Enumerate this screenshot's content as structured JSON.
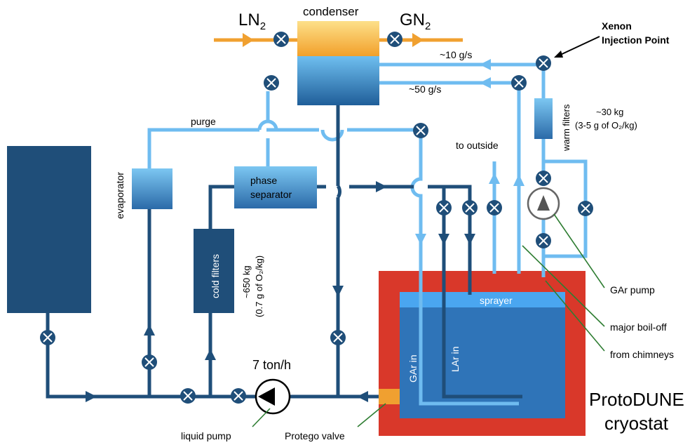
{
  "labels": {
    "ln2": "LN",
    "ln2_sub": "2",
    "gn2": "GN",
    "gn2_sub": "2",
    "condenser": "condenser",
    "xenon_1": "Xenon",
    "xenon_2": "Injection Point",
    "flow_10": "~10 g/s",
    "flow_50": "~50 g/s",
    "purge": "purge",
    "to_outside": "to outside",
    "evaporator": "evaporator",
    "phase_1": "phase",
    "phase_2": "separator",
    "cold_filters": "cold filters",
    "cold_mass_1": "~650 kg",
    "cold_mass_2": "(0.7 g of O₂/kg)",
    "warm_filters": "warm filters",
    "warm_mass_1": "~30 kg",
    "warm_mass_2": "(3-5 g of O₂/kg)",
    "pump_rate": "7 ton/h",
    "liquid_pump": "liquid pump",
    "protego": "Protego valve",
    "sprayer": "sprayer",
    "gar_in": "GAr in",
    "lar_in": "LAr in",
    "gar_pump": "GAr pump",
    "major_boiloff": "major boil-off",
    "from_chimneys": "from chimneys",
    "cryostat_1": "ProtoDUNE",
    "cryostat_2": "cryostat"
  },
  "colors": {
    "dark_pipe": "#1f4e79",
    "light_pipe": "#6fbcf0",
    "ln2_pipe": "#f0a030",
    "cryostat_outer": "#d9382a",
    "cryostat_inner": "#2f74b8",
    "annotation": "#2e7d32"
  }
}
